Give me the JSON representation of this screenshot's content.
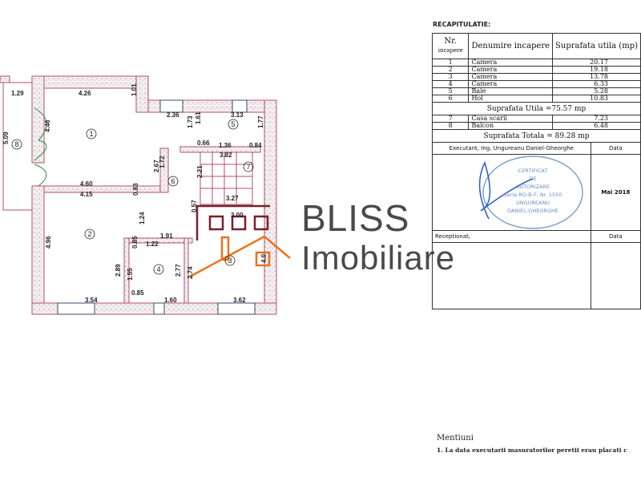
{
  "plan": {
    "dims": [
      "1.29",
      "4.26",
      "1.01",
      "5.09",
      "4.46",
      "4.60",
      "4.15",
      "1.72",
      "2.67",
      "0.83",
      "2.36",
      "3.13",
      "1.73",
      "1.61",
      "1.77",
      "0.66",
      "1.36",
      "0.84",
      "3.82",
      "2.21",
      "3.27",
      "0.57",
      "3.00",
      "1.24",
      "1.91",
      "1.22",
      "0.85",
      "4.96",
      "2.89",
      "1.55",
      "2.77",
      "2.74",
      "4.0",
      "0.85",
      "3.54",
      "1.60",
      "3.62"
    ],
    "rooms": [
      "1",
      "2",
      "3",
      "4",
      "5",
      "6",
      "7",
      "8"
    ],
    "colors": {
      "wall": "#b0506a",
      "accent": "#e8731e",
      "dark": "#7a1e2e",
      "door": "#2e8b3e"
    }
  },
  "logo": {
    "line1": "BLISS",
    "line2": "Imobiliare"
  },
  "recap": {
    "title": "RECAPITULATIE:",
    "headers": {
      "nr": "Nr.",
      "nr_sub": "incapere",
      "name": "Denumire incapere",
      "area": "Suprafata utila (mp)"
    },
    "rows": [
      [
        "1",
        "Camera",
        "20.17"
      ],
      [
        "2",
        "Camera",
        "19.18"
      ],
      [
        "3",
        "Camera",
        "13.78"
      ],
      [
        "4",
        "Camera",
        "6.33"
      ],
      [
        "5",
        "Baie",
        "5.28"
      ],
      [
        "6",
        "Hol",
        "10.83"
      ]
    ],
    "utila": "Suprafata Utila =75.57 mp",
    "rows2": [
      [
        "7",
        "Casa scarii",
        "7.23"
      ],
      [
        "8",
        "Balcon",
        "6.48"
      ]
    ],
    "totala": "Suprafata Totala = 89.28 mp",
    "executant": "Executant, Ing. Ungureanu Daniel-Gheorghe",
    "data_label": "Data",
    "date": "Mai 2018",
    "stamp": [
      "CERTIFICAT",
      "DE",
      "AUTORIZARE",
      "Seria RO-B-F, Nr. 1550",
      "UNGUREANU",
      "DANIEL-GHEORGHE"
    ],
    "receptionat": "Receptionat,",
    "data_label2": "Data"
  },
  "mentiuni": {
    "title": "Mentiuni",
    "item1": "1. La data executarii masuratorilor peretii erau placati c"
  }
}
